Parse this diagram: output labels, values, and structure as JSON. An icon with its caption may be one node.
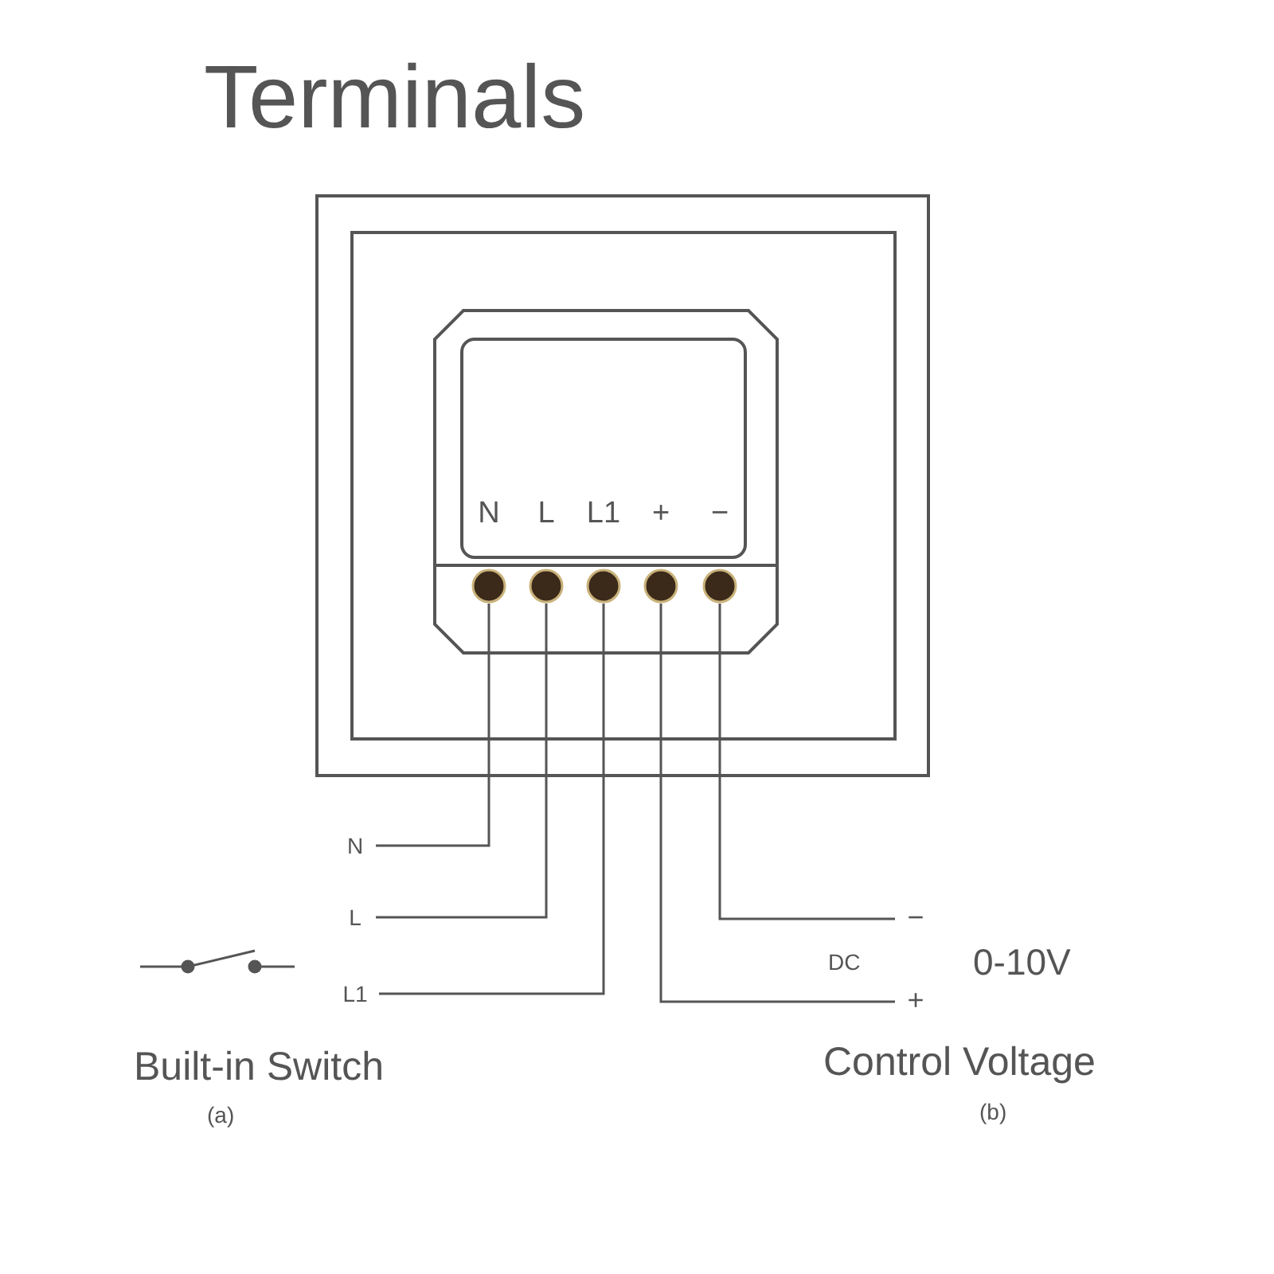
{
  "diagram": {
    "title": "Terminals",
    "nodes": [
      {
        "text": [],
        "shape": "box"
      },
      {
        "text": [],
        "shape": "box",
        "in": 0
      },
      {
        "text": [],
        "shape": "box",
        "in": 1
      },
      {
        "text": [
          "N"
        ],
        "in": 2
      },
      {
        "text": [
          "L"
        ],
        "in": 2
      },
      {
        "text": [
          "L1"
        ],
        "in": 2
      },
      {
        "text": [
          "+"
        ],
        "in": 2
      },
      {
        "text": [
          "−"
        ],
        "in": 2
      },
      {
        "text": [
          "N"
        ]
      },
      {
        "text": [
          "L"
        ]
      },
      {
        "text": [
          "L1"
        ]
      },
      {
        "text": [
          "−"
        ]
      },
      {
        "text": [
          "+"
        ]
      }
    ],
    "edges": [
      {
        "from": 3,
        "to": 8,
        "arrow": "none"
      },
      {
        "from": 4,
        "to": 9,
        "arrow": "none"
      },
      {
        "from": 5,
        "to": 10,
        "arrow": "none"
      },
      {
        "from": 7,
        "to": 11,
        "arrow": "none"
      },
      {
        "from": 6,
        "to": 12,
        "arrow": "none"
      }
    ],
    "labels": [
      "Built-in Switch",
      "(a)",
      "DC",
      "0-10V",
      "Control Voltage",
      "(b)"
    ]
  }
}
